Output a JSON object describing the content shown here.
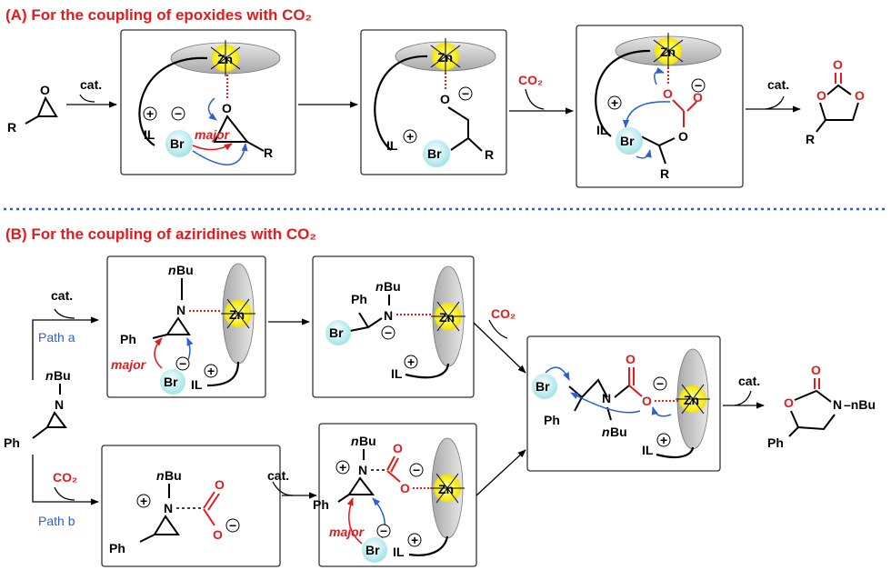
{
  "sectionA": {
    "title": "(A) For the coupling of epoxides with CO₂"
  },
  "sectionB": {
    "title": "(B) For the coupling of aziridines with CO₂"
  },
  "labels": {
    "cat": "cat.",
    "co2": "CO₂",
    "zn": "Zn",
    "br": "Br",
    "il": "IL",
    "r": "R",
    "o": "O",
    "n": "N",
    "ph": "Ph",
    "nbu": "nBu",
    "nbu_suffix": "Bu",
    "nbu_prefix": "n",
    "major": "major",
    "plus": "+",
    "minus": "−",
    "path_a": "Path a",
    "path_b": "Path b",
    "dash_nbu": "–nBu"
  },
  "colors": {
    "red": "#e41a1c",
    "blue": "#2d5fd0",
    "zn_yellow": "#ffff33",
    "br_cyan": "#bfeff2",
    "disc_gray": "#c9c9c9"
  }
}
